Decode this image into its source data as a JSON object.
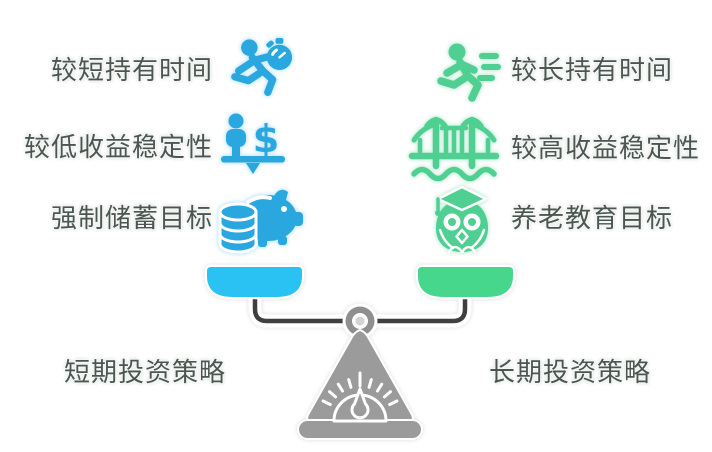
{
  "theme": {
    "background": "#ffffff",
    "blue": "#2AA7DE",
    "blue_pan": "#29C2F2",
    "blue_glow": "#C6E8F7",
    "green": "#4FD092",
    "green_pan": "#46D78C",
    "green_glow": "#CBEEDD",
    "gray": "#9B9B9B",
    "beam": "#3F3F3F",
    "text": "#4A564F"
  },
  "left_column": {
    "strategy_label": "短期投资策略",
    "items": [
      {
        "label": "较短持有时间",
        "icon": "runner-stopwatch-icon"
      },
      {
        "label": "较低收益稳定性",
        "icon": "person-money-balance-icon"
      },
      {
        "label": "强制储蓄目标",
        "icon": "piggy-bank-coins-icon"
      }
    ]
  },
  "right_column": {
    "strategy_label": "长期投资策略",
    "items": [
      {
        "label": "较长持有时间",
        "icon": "runner-speed-lines-icon"
      },
      {
        "label": "较高收益稳定性",
        "icon": "suspension-bridge-icon"
      },
      {
        "label": "养老教育目标",
        "icon": "owl-graduation-icon"
      }
    ]
  }
}
